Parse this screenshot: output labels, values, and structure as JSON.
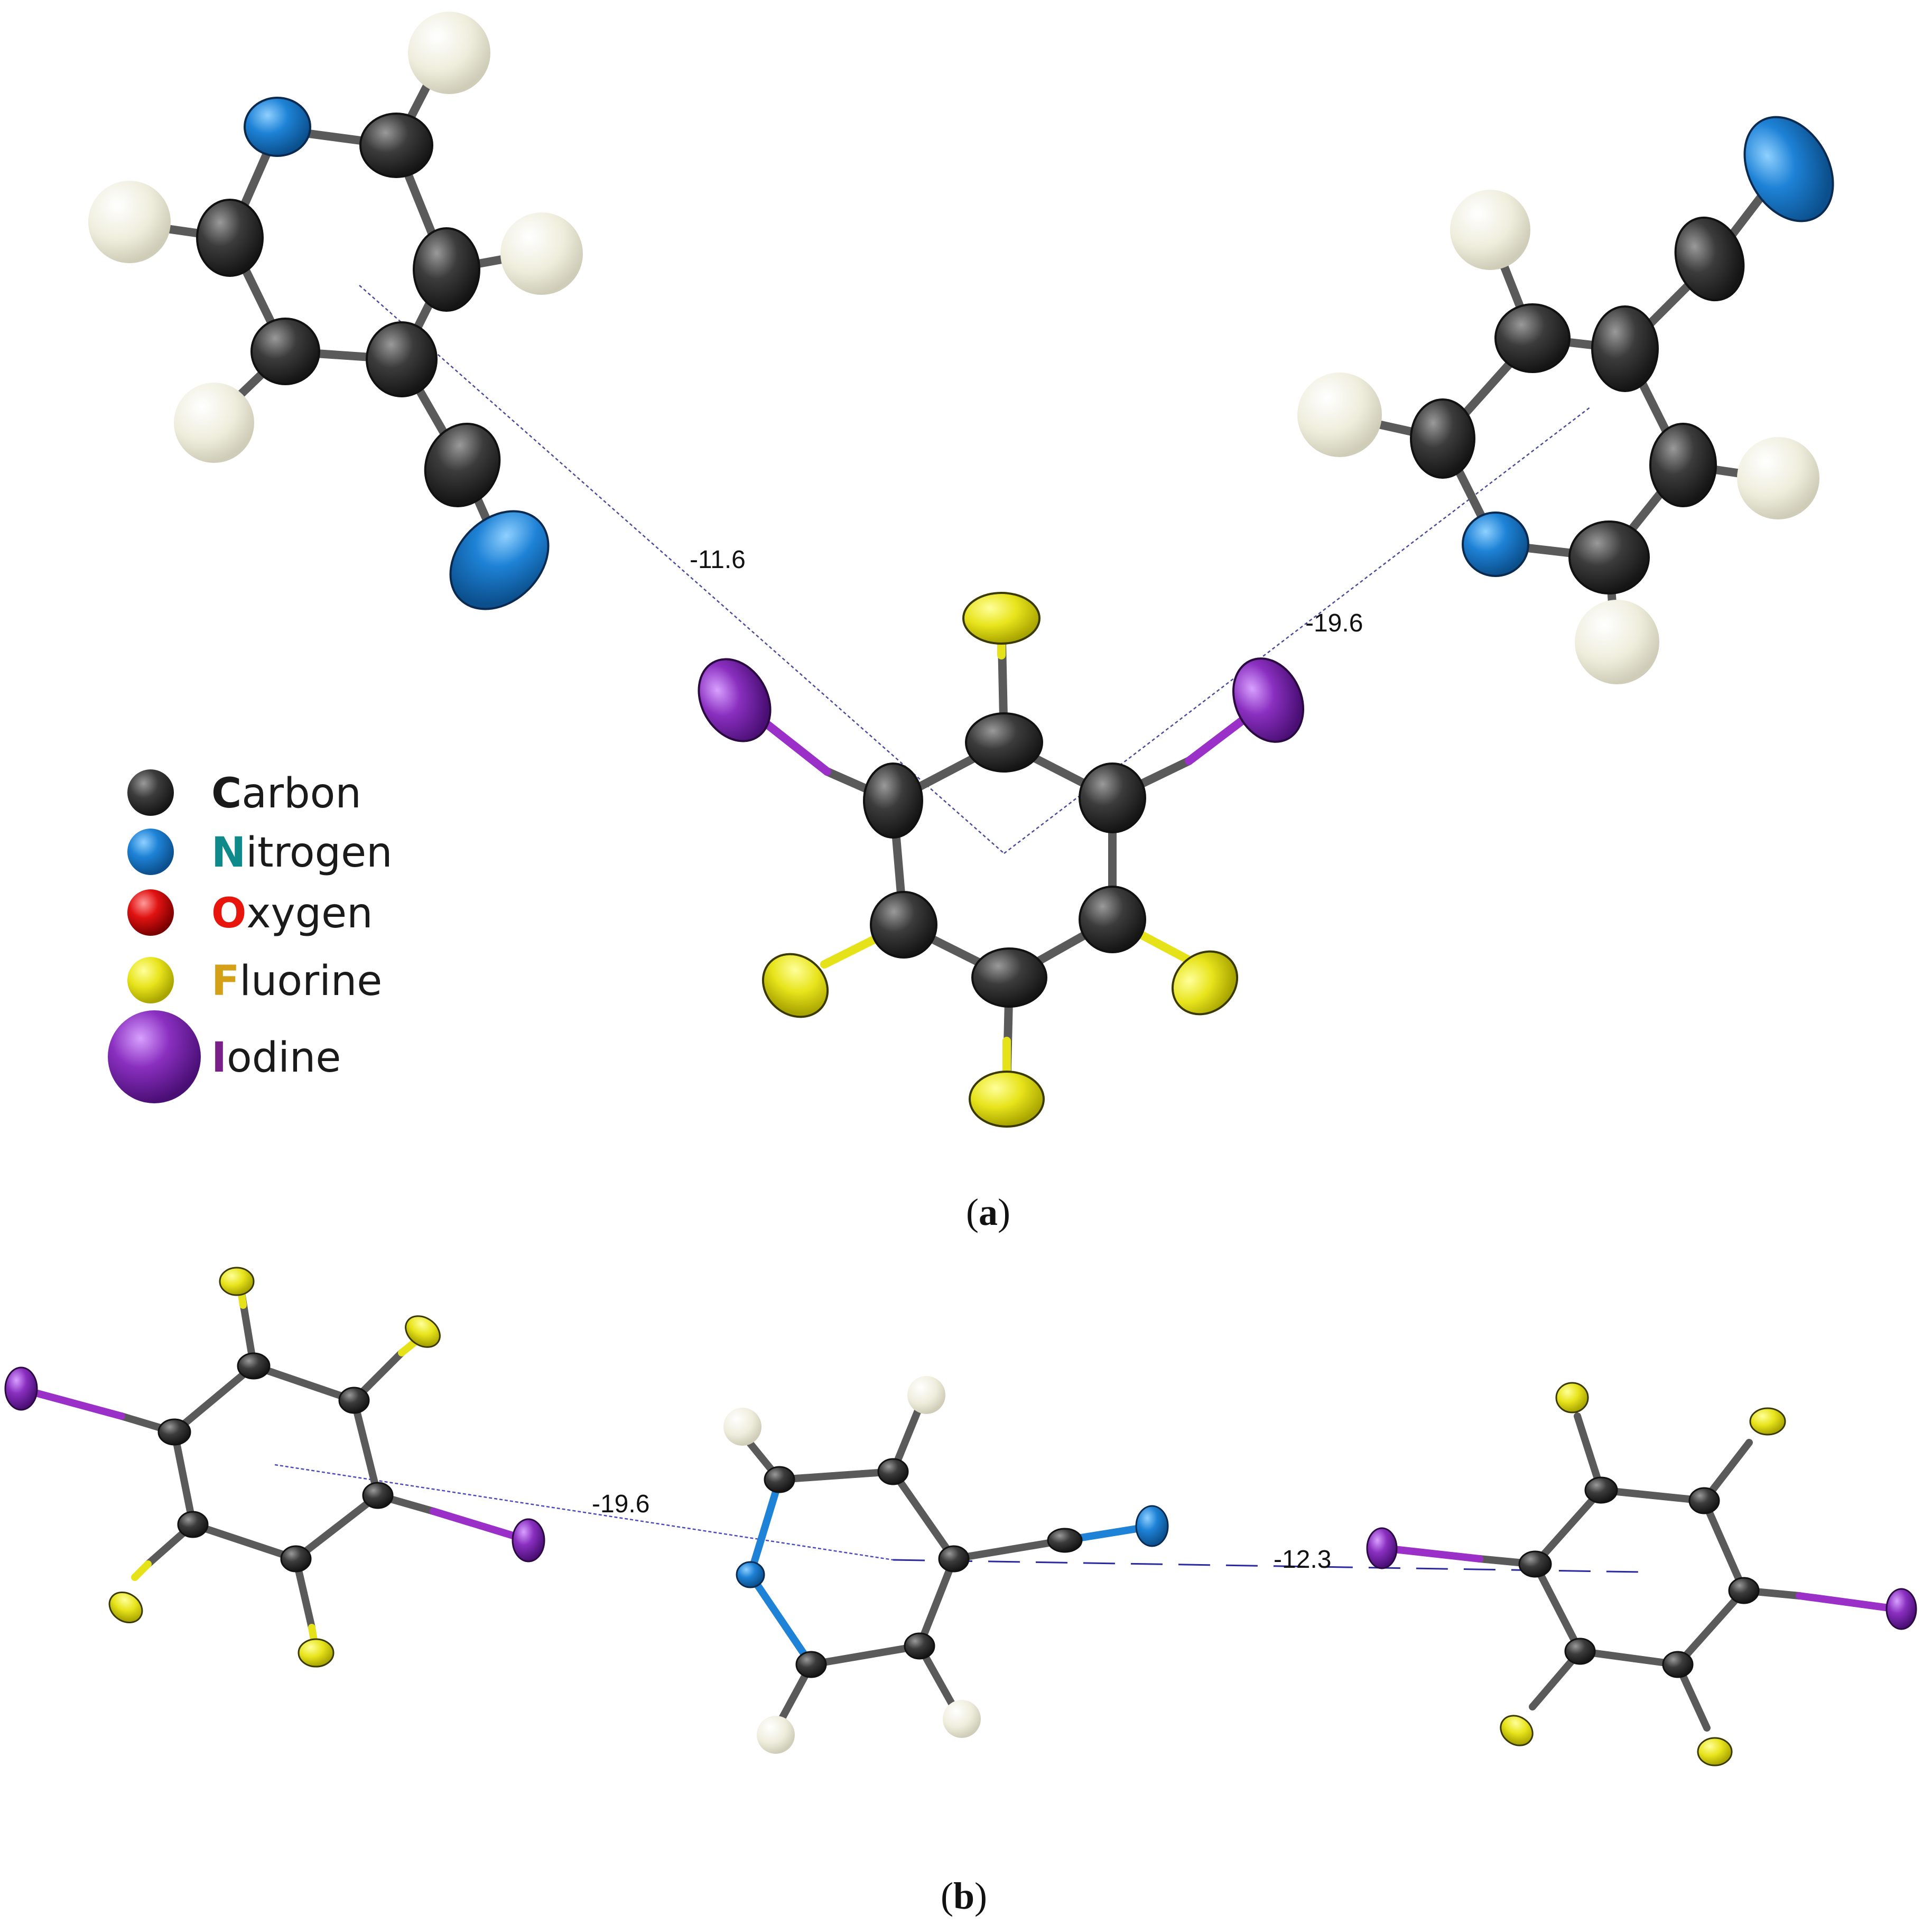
{
  "legend": {
    "items": [
      {
        "initial": "C",
        "rest": "arbon",
        "element": "carbon",
        "initial_color": "#1a1a1a"
      },
      {
        "initial": "N",
        "rest": "itrogen",
        "element": "nitrogen",
        "initial_color": "#0e8a8a"
      },
      {
        "initial": "O",
        "rest": "xygen",
        "element": "oxygen",
        "initial_color": "#e8150d"
      },
      {
        "initial": "F",
        "rest": "luorine",
        "element": "fluorine",
        "initial_color": "#d4a017"
      },
      {
        "initial": "I",
        "rest": "odine",
        "element": "iodine",
        "initial_color": "#7a1f8a"
      }
    ]
  },
  "panel_a": {
    "label_open": "(",
    "label_letter": "a",
    "label_close": ")",
    "energies": {
      "left": "-11.6",
      "right": "-19.6"
    }
  },
  "panel_b": {
    "label_open": "(",
    "label_letter": "b",
    "label_close": ")",
    "energies": {
      "left": "-19.6",
      "right": "-12.3"
    }
  },
  "colors": {
    "carbon": "#3a3a3a",
    "nitrogen": "#1e7fd0",
    "hydrogen": "#efeedd",
    "fluorine": "#e6e21a",
    "iodine": "#8a2fc0",
    "oxygen": "#d81010",
    "bond": "#555555",
    "contact_line": "#4a4a9a"
  }
}
